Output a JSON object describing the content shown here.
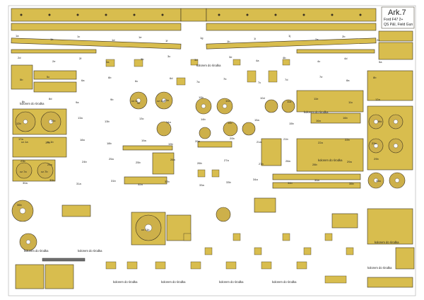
{
  "sheet": {
    "number": "Ark.7",
    "model_line1": "Ford F47 2+",
    "model_line2": "QS P&I, Field Gun"
  },
  "notes": {
    "color_note": "kolorem do środka"
  },
  "colors": {
    "part_fill": "#d8bd4e",
    "outline": "#3b3222",
    "metal": "#6e6e6e"
  },
  "part_labels": [
    "1a",
    "1b",
    "1c",
    "1d",
    "1e",
    "1f",
    "1g",
    "1h",
    "1i",
    "1j",
    "2a",
    "2b",
    "2c",
    "2d",
    "2e",
    "2f",
    "3a",
    "3b",
    "3c",
    "3d",
    "3e",
    "4a",
    "4b",
    "4c",
    "4d",
    "5a",
    "5b",
    "5c",
    "6a",
    "6b",
    "6c",
    "6d",
    "7a",
    "7b",
    "7c",
    "7d",
    "7e",
    "8a",
    "8b",
    "8c",
    "8d",
    "9a",
    "9b",
    "9c",
    "10a",
    "10b",
    "10c",
    "10d",
    "11a",
    "11b",
    "11c",
    "12a",
    "12b",
    "12c",
    "13a",
    "13b",
    "13c",
    "14a",
    "14b",
    "14c",
    "15a",
    "15b",
    "16a",
    "16b",
    "16c",
    "17a",
    "17b",
    "18a",
    "18b",
    "19a",
    "19b",
    "20a",
    "20b",
    "21a",
    "21b",
    "22a",
    "22b",
    "23a",
    "23b",
    "24a",
    "24b",
    "25a",
    "25b",
    "26a",
    "26b",
    "27a",
    "27b",
    "28a",
    "28b",
    "29a",
    "29b",
    "30a",
    "30b",
    "31a",
    "31b",
    "32a",
    "32b",
    "33a",
    "33b",
    "34a",
    "34b",
    "35a",
    "35b",
    "36a",
    "36b"
  ],
  "disc_labels": [
    "cz.1a",
    "cz.1b",
    "cz.1c",
    "cz.7a",
    "cz.7b",
    "cz.11a",
    "cz.11b"
  ]
}
